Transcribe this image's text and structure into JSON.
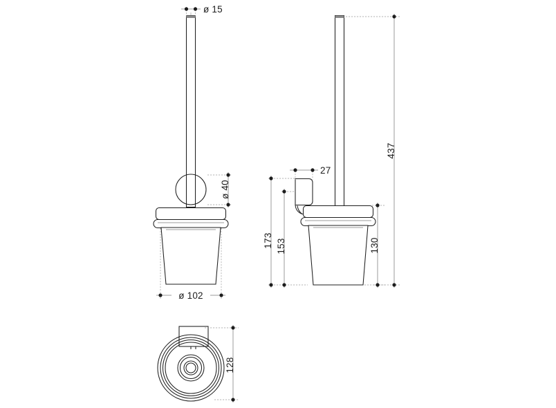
{
  "drawing": {
    "title": "Wall-mounted toilet brush holder — dimensioned technical drawing",
    "units": "mm",
    "background_color": "#ffffff",
    "line_color": "#1d1d1d",
    "thin_line_color": "#6f6f6f",
    "text_color": "#1d1d1d",
    "views": [
      {
        "name": "front-elevation",
        "label": ""
      },
      {
        "name": "side-elevation",
        "label": ""
      },
      {
        "name": "plan-view",
        "label": ""
      }
    ],
    "dimensions": {
      "handle_diameter": "ø 15",
      "ball_diameter": "ø 40",
      "cup_diameter": "ø 102",
      "bracket_depth": "27",
      "overall_height": "437",
      "bracket_top_height": "173",
      "bracket_lower_height": "153",
      "cup_height": "130",
      "plan_depth": "128"
    }
  }
}
